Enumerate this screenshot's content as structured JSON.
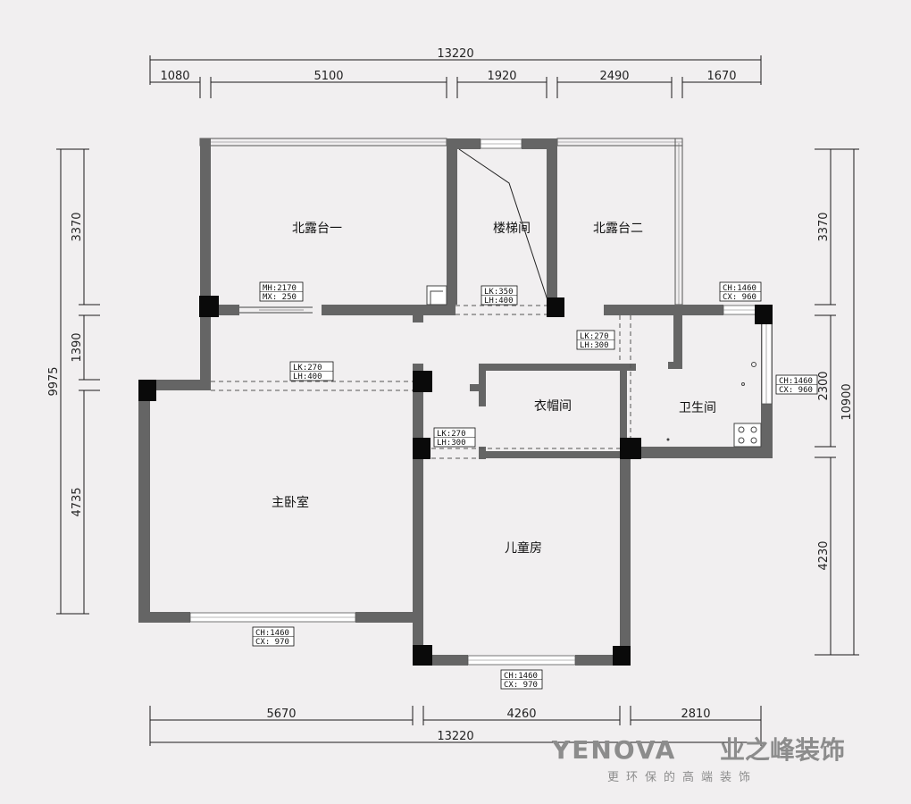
{
  "dimensions": {
    "top_total": "13220",
    "top_segments": [
      "1080",
      "5100",
      "1920",
      "2490",
      "1670"
    ],
    "bottom_total": "13220",
    "bottom_segments": [
      "5670",
      "4260",
      "2810"
    ],
    "left_total": "9975",
    "left_segments": [
      "3370",
      "1390",
      "4735"
    ],
    "right_total": "10900",
    "right_segments": [
      "3370",
      "2300",
      "4230"
    ]
  },
  "rooms": {
    "north_terrace_1": "北露台一",
    "stairwell": "楼梯间",
    "north_terrace_2": "北露台二",
    "cloakroom": "衣帽间",
    "bathroom": "卫生间",
    "master_bedroom": "主卧室",
    "kids_room": "儿童房"
  },
  "tags": {
    "mh": [
      "MH:2170",
      "MX: 250"
    ],
    "stair_opening": [
      "LK:350",
      "LH:400"
    ],
    "bath_win_top": [
      "CH:1460",
      "CX: 960"
    ],
    "hall_opening": [
      "LK:270",
      "LH:300"
    ],
    "bath_win_right": [
      "CH:1460",
      "CX: 960"
    ],
    "master_opening": [
      "LK:270",
      "LH:400"
    ],
    "kids_opening": [
      "LK:270",
      "LH:300"
    ],
    "master_win": [
      "CH:1460",
      "CX: 970"
    ],
    "kids_win": [
      "CH:1460",
      "CX: 970"
    ]
  },
  "brand": {
    "logo_latin": "YENOVA",
    "logo_cn": "业之峰装饰",
    "slogan": "更环保的高端装饰"
  },
  "colors": {
    "background": "#f1eff0",
    "wall": "#656565",
    "column": "#0a0a0a",
    "brand": "#8c8c8c"
  }
}
